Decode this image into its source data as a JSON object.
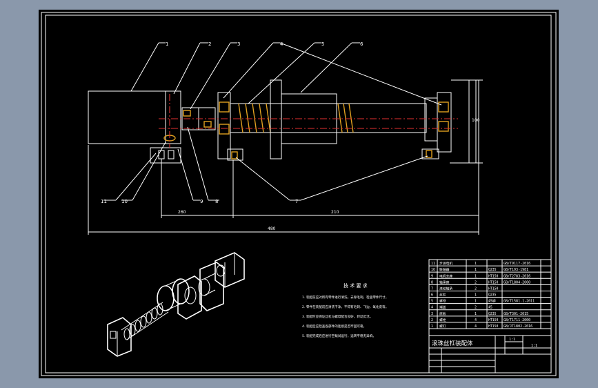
{
  "drawing": {
    "part_labels": [
      "1",
      "2",
      "3",
      "4",
      "5",
      "6",
      "11",
      "10",
      "9",
      "8",
      "7"
    ],
    "dimensions": {
      "overall": "480",
      "left": "260",
      "middle": "210",
      "height": "100"
    }
  },
  "tech_requirements": {
    "title": "技 术 要 求",
    "lines": [
      "1. 装配前应对所有零件进行清洗，去除毛刺，检查零件尺寸。",
      "2. 零件在装配前应清洗干净，不得有毛刺、飞边、氧化皮等。",
      "3. 装配时应保证丝杠与螺母配合良好，转动灵活。",
      "4. 装配后应检查各部件的连接是否牢固可靠。",
      "5. 装配完成后应进行空载试运行，运转平稳无异响。"
    ]
  },
  "bom": {
    "rows": [
      {
        "no": "11",
        "name": "步进电机",
        "qty": "1",
        "material": "",
        "std": "GB/T9117-2016"
      },
      {
        "no": "10",
        "name": "联轴器",
        "qty": "1",
        "material": "Q235",
        "std": "GB/T193-1981"
      },
      {
        "no": "9",
        "name": "电机支座",
        "qty": "1",
        "material": "HT150",
        "std": "GB/T2783-2016"
      },
      {
        "no": "8",
        "name": "轴承座",
        "qty": "2",
        "material": "HT150",
        "std": "GB/T1804-2000"
      },
      {
        "no": "7",
        "name": "滚动轴承",
        "qty": "2",
        "material": "HT150",
        "std": ""
      },
      {
        "no": "6",
        "name": "丝杠",
        "qty": "1",
        "material": "Q235",
        "std": ""
      },
      {
        "no": "5",
        "name": "螺母",
        "qty": "1",
        "material": "45钢",
        "std": "GB/T1581.1-2011"
      },
      {
        "no": "4",
        "name": "端盖",
        "qty": "2",
        "material": "45",
        "std": ""
      },
      {
        "no": "3",
        "name": "底板",
        "qty": "1",
        "material": "Q235",
        "std": "GB/T301-2015"
      },
      {
        "no": "2",
        "name": "螺栓",
        "qty": "4",
        "material": "HT150",
        "std": "GB/T1711-2000"
      },
      {
        "no": "1",
        "name": "螺钉",
        "qty": "4",
        "material": "HT150",
        "std": "GB/JT1802-2016"
      }
    ],
    "title": "滚珠丝杠装配体",
    "scale": "1:1",
    "sheet": "1:1"
  }
}
